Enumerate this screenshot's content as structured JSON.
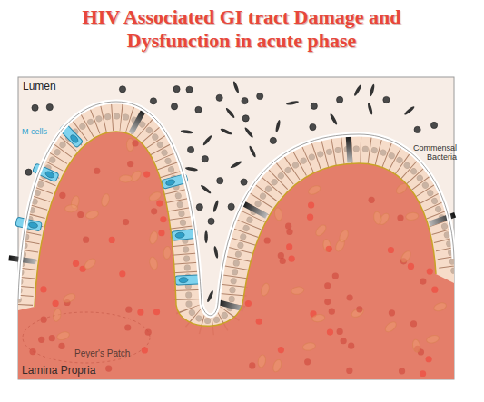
{
  "diagram": {
    "title": "HIV Associated GI tract Damage and Dysfunction in acute phase",
    "labels": [
      "Lumen",
      "M cells",
      "Commensal Bacteria",
      "Peyer's Patch",
      "Lamina Propria"
    ]
  }
}
